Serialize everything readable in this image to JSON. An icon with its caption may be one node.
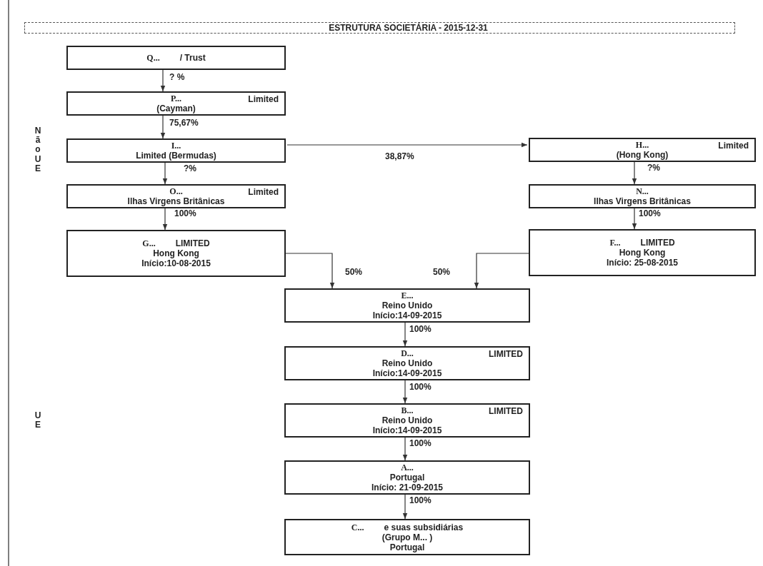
{
  "diagram": {
    "title": "ESTRUTURA SOCIETÁRIA - 2015-12-31",
    "nodes": [
      {
        "text": [
          "Q...",
          "/ Trust"
        ]
      },
      {
        "text": [
          "P...",
          "Limited",
          "(Cayman)"
        ]
      },
      {
        "text": [
          "I...",
          "Limited (Bermudas)"
        ]
      },
      {
        "text": [
          "H...",
          "Limited",
          "(Hong Kong)"
        ]
      },
      {
        "text": [
          "O...",
          "Limited",
          "Ilhas Virgens Britânicas"
        ]
      },
      {
        "text": [
          "N...",
          "Ilhas Virgens Britânicas"
        ]
      },
      {
        "text": [
          "G...",
          "LIMITED",
          "Hong Kong",
          "Início:10-08-2015"
        ]
      },
      {
        "text": [
          "F...",
          "LIMITED",
          "Hong Kong",
          "Início: 25-08-2015"
        ]
      },
      {
        "text": [
          "E...",
          "Reino Unido",
          "Início:14-09-2015"
        ]
      },
      {
        "text": [
          "D...",
          "LIMITED",
          "Reino Unido",
          "Início:14-09-2015"
        ]
      },
      {
        "text": [
          "B...",
          "LIMITED",
          "Reino Unido",
          "Início:14-09-2015"
        ]
      },
      {
        "text": [
          "A...",
          "Portugal",
          "Início: 21-09-2015"
        ]
      },
      {
        "text": [
          "C...",
          "e suas subsidiárias",
          "(Grupo M... )",
          "Portugal"
        ]
      }
    ],
    "edges": [
      {
        "from": 0,
        "to": 1,
        "arrow": "to",
        "label": "? %"
      },
      {
        "from": 1,
        "to": 2,
        "arrow": "to",
        "label": "75,67%"
      },
      {
        "from": 2,
        "to": 3,
        "arrow": "to",
        "label": "38,87%"
      },
      {
        "from": 2,
        "to": 4,
        "arrow": "to",
        "label": "?%"
      },
      {
        "from": 3,
        "to": 5,
        "arrow": "to",
        "label": "?%"
      },
      {
        "from": 4,
        "to": 6,
        "arrow": "to",
        "label": "100%"
      },
      {
        "from": 5,
        "to": 7,
        "arrow": "to",
        "label": "100%"
      },
      {
        "from": 6,
        "to": 8,
        "arrow": "to",
        "label": "50%"
      },
      {
        "from": 7,
        "to": 8,
        "arrow": "to",
        "label": "50%"
      },
      {
        "from": 8,
        "to": 9,
        "arrow": "to",
        "label": "100%"
      },
      {
        "from": 9,
        "to": 10,
        "arrow": "to",
        "label": "100%"
      },
      {
        "from": 10,
        "to": 11,
        "arrow": "to",
        "label": "100%"
      },
      {
        "from": 11,
        "to": 12,
        "arrow": "to",
        "label": "100%"
      }
    ],
    "labels": [
      "Não UE",
      "UE"
    ]
  }
}
